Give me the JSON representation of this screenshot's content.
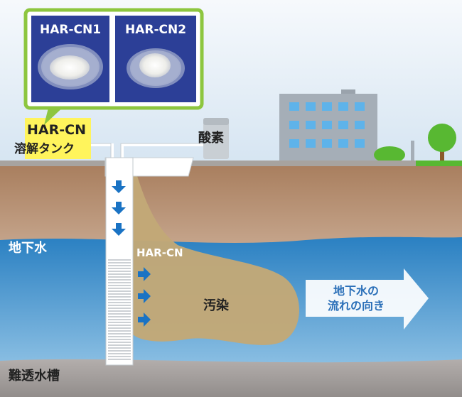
{
  "products": {
    "sample1": "HAR-CN1",
    "sample2": "HAR-CN2"
  },
  "labels": {
    "tank_line1": "HAR-CN",
    "tank_line2": "溶解タンク",
    "oxygen": "酸素",
    "groundwater": "地下水",
    "injection": "HAR-CN",
    "contamination": "汚染",
    "flow_line1": "地下水の",
    "flow_line2": "流れの向き",
    "aquitard": "難透水槽"
  },
  "colors": {
    "sky": "#dde9f4",
    "topsoil": "#b48c6e",
    "groundwater": "#2f86c6",
    "aquitard": "#a4a0a0",
    "contaminant_plume": "#c4ab7a",
    "callout_frame": "#8dc63f",
    "tank": "#fff45c",
    "photo_background": "#2c3f97",
    "well_arrows": "#1a73c4"
  }
}
